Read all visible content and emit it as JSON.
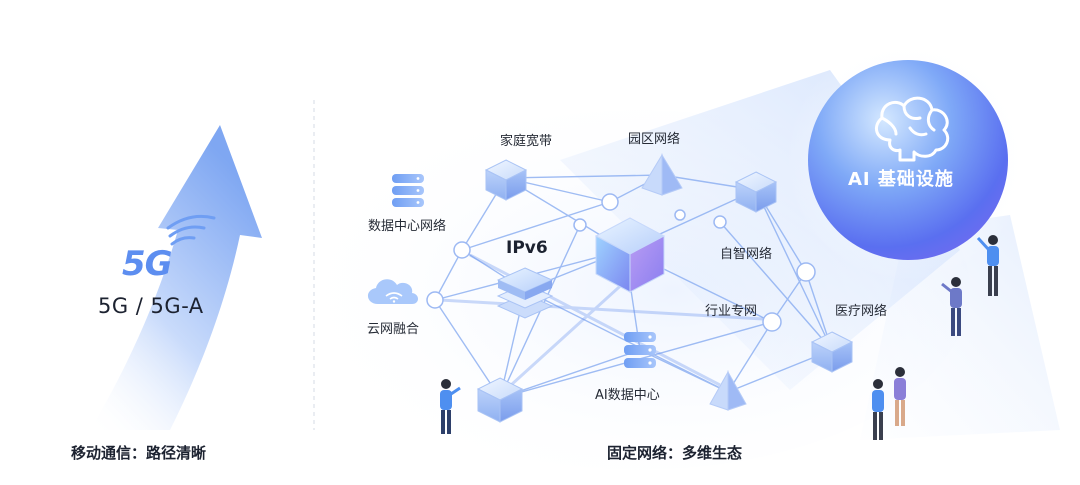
{
  "left_section": {
    "logo": "5G",
    "title": "5G / 5G-A",
    "caption": "移动通信：路径清晰"
  },
  "right_section": {
    "caption": "固定网络：多维生态",
    "center_label": "IPv6",
    "ai_label": "AI 基础设施",
    "nodes": {
      "home_broadband": "家庭宽带",
      "campus_network": "园区网络",
      "datacenter_network": "数据中心网络",
      "cloud_network": "云网融合",
      "smart_network": "自智网络",
      "industry_network": "行业专网",
      "medical_network": "医疗网络",
      "ai_datacenter": "AI数据中心"
    }
  },
  "colors": {
    "accent_blue": "#4f7fe8",
    "light_blue": "#b9d2fb",
    "sphere_blue": "#6a8df5",
    "text_dark": "#1c2230"
  }
}
